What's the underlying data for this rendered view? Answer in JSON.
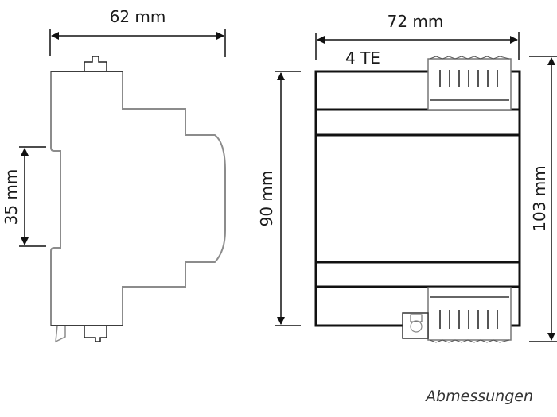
{
  "side_view": {
    "width_label": "62 mm",
    "rail_label": "35 mm"
  },
  "front_view": {
    "width_label": "72 mm",
    "module_label": "4 TE",
    "body_height_label": "90 mm",
    "total_height_label": "103 mm"
  },
  "caption": "Abmessungen",
  "colors": {
    "outline_side": "#8c8c8c",
    "outline_front": "#111111",
    "dimension": "#111111"
  }
}
